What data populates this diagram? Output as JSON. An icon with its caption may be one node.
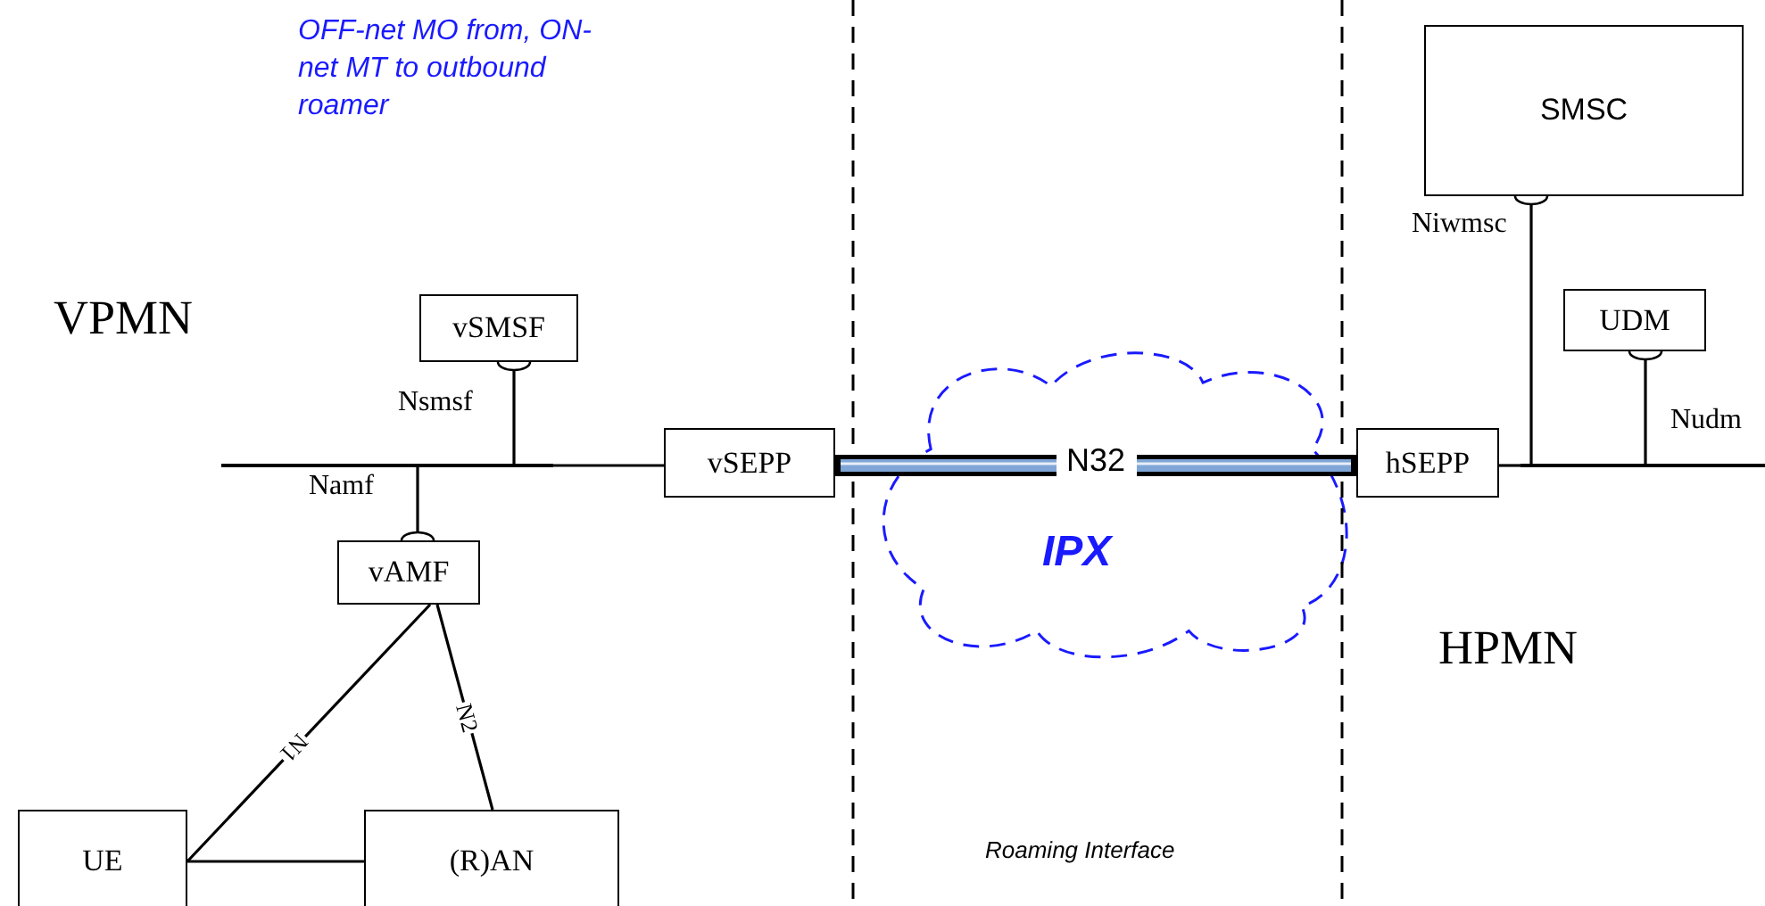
{
  "diagram": {
    "nodes": [
      {
        "text": [
          "SMSC"
        ]
      },
      {
        "text": [
          "vSMSF"
        ]
      },
      {
        "text": [
          "UDM"
        ]
      },
      {
        "text": [
          "vSEPP"
        ]
      },
      {
        "text": [
          "hSEPP"
        ]
      },
      {
        "text": [],
        "shape": "bar"
      },
      {
        "text": [],
        "shape": "bar"
      },
      {
        "text": [
          "vAMF"
        ]
      },
      {
        "text": [
          "UE"
        ]
      },
      {
        "text": [
          "(R)AN"
        ]
      }
    ],
    "edges": [
      {
        "from": 0,
        "to": 6,
        "arrow": "other",
        "label": "Niwmsc"
      },
      {
        "from": 1,
        "to": 5,
        "arrow": "other",
        "label": "Nsmsf"
      },
      {
        "from": 2,
        "to": 6,
        "arrow": "other",
        "label": "Nudm"
      },
      {
        "from": 5,
        "to": 3,
        "arrow": "none"
      },
      {
        "from": 4,
        "to": 6,
        "arrow": "none"
      },
      {
        "from": 3,
        "to": 4,
        "arrow": "none",
        "label": "N32",
        "style": "thick"
      },
      {
        "from": 7,
        "to": 5,
        "arrow": "other",
        "label": "Namf"
      },
      {
        "from": 7,
        "to": 8,
        "arrow": "none",
        "label": "N1"
      },
      {
        "from": 7,
        "to": 9,
        "arrow": "none",
        "label": "N2"
      },
      {
        "from": 8,
        "to": 9,
        "arrow": "none"
      }
    ],
    "labels": [
      "OFF-net MO from, ON-net MT to outbound roamer",
      "VPMN",
      "IPX",
      "HPMN",
      "Roaming Interface"
    ]
  }
}
